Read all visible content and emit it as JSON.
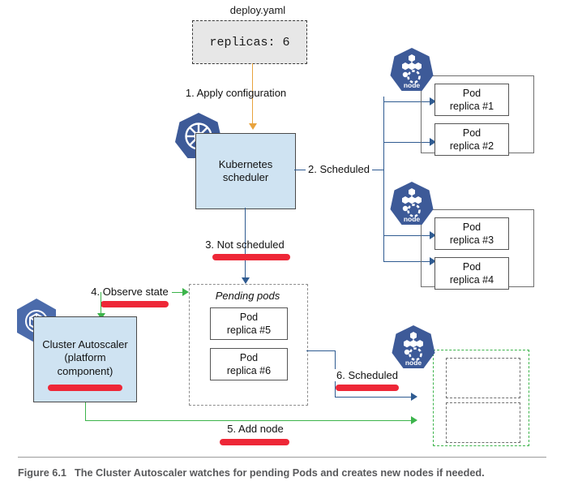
{
  "figure": {
    "number": "Figure 6.1",
    "caption": "The Cluster Autoscaler watches for pending Pods and creates new nodes if needed."
  },
  "manifest": {
    "filename": "deploy.yaml",
    "code": "replicas: 6"
  },
  "scheduler": {
    "label_line1": "Kubernetes",
    "label_line2": "scheduler",
    "icon": "kubernetes-helm-icon"
  },
  "autoscaler": {
    "label_line1": "Cluster Autoscaler",
    "label_line2": "(platform",
    "label_line3": "component)",
    "icon": "cluster-autoscaler-cube-icon"
  },
  "pending": {
    "title": "Pending pods",
    "pods": [
      {
        "line1": "Pod",
        "line2": "replica #5"
      },
      {
        "line1": "Pod",
        "line2": "replica #6"
      }
    ]
  },
  "nodes": [
    {
      "icon_label": "node",
      "pods": [
        {
          "line1": "Pod",
          "line2": "replica #1"
        },
        {
          "line1": "Pod",
          "line2": "replica #2"
        }
      ]
    },
    {
      "icon_label": "node",
      "pods": [
        {
          "line1": "Pod",
          "line2": "replica #3"
        },
        {
          "line1": "Pod",
          "line2": "replica #4"
        }
      ]
    }
  ],
  "new_node": {
    "icon_label": "node",
    "empty_slots": 2
  },
  "steps": [
    {
      "id": "step-1",
      "text": "1. Apply configuration",
      "highlight": false
    },
    {
      "id": "step-2",
      "text": "2. Scheduled",
      "highlight": false
    },
    {
      "id": "step-3",
      "text": "3. Not scheduled",
      "highlight": true
    },
    {
      "id": "step-4",
      "text": "4. Observe state",
      "highlight": true
    },
    {
      "id": "step-5",
      "text": "5. Add node",
      "highlight": true
    },
    {
      "id": "step-6",
      "text": "6. Scheduled",
      "highlight": true
    }
  ],
  "colors": {
    "box_fill": "#cfe3f2",
    "kubernetes_blue": "#3d5a98",
    "arrow_blue": "#2f5b91",
    "arrow_orange": "#e8a33d",
    "arrow_green": "#3cb44b",
    "highlight_red": "#ee2737",
    "yaml_fill": "#e7e7e7",
    "caption_gray": "#58595b"
  }
}
